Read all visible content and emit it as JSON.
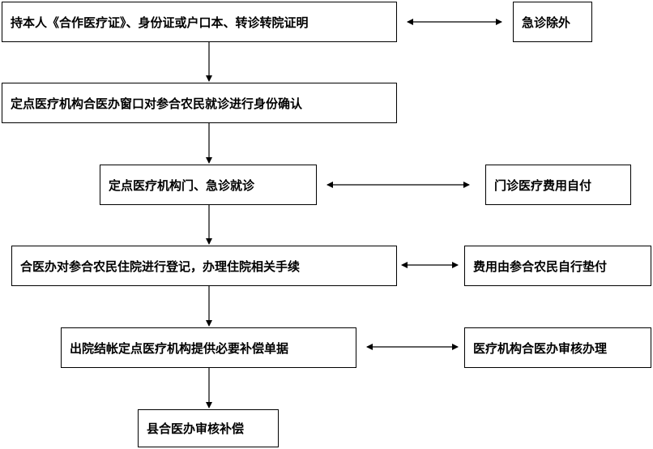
{
  "flowchart": {
    "main_steps": [
      {
        "id": "step-1",
        "text": "持本人《合作医疗证》、身份证或户口本、转诊转院证明"
      },
      {
        "id": "step-2",
        "text": "定点医疗机构合医办窗口对参合农民就诊进行身份确认"
      },
      {
        "id": "step-3",
        "text": "定点医疗机构门、急诊就诊"
      },
      {
        "id": "step-4",
        "text": "合医办对参合农民住院进行登记，办理住院相关手续"
      },
      {
        "id": "step-5",
        "text": "出院结帐定点医疗机构提供必要补偿单据"
      },
      {
        "id": "step-6",
        "text": "县合医办审核补偿"
      }
    ],
    "side_notes": [
      {
        "id": "note-emergency",
        "text": "急诊除外"
      },
      {
        "id": "note-outpatient",
        "text": "门诊医疗费用自付"
      },
      {
        "id": "note-inpatient",
        "text": "费用由参合农民自行垫付"
      },
      {
        "id": "note-review",
        "text": "医疗机构合医办审核办理"
      }
    ]
  },
  "colors": {
    "line": "#000000",
    "box_border": "#000000",
    "background": "#ffffff"
  }
}
